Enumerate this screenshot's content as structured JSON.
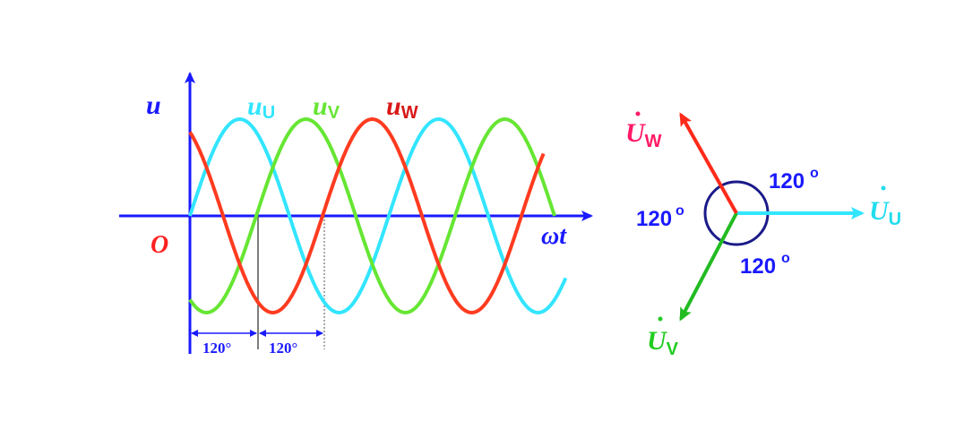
{
  "colors": {
    "axis": "#1a1aff",
    "u": "#33e5ff",
    "v": "#66e633",
    "w": "#ff3b1f",
    "origin": "#ff2020",
    "circle": "#1a1a8a",
    "pink": "#ff1a66",
    "green_label": "#22cc22",
    "blue_label": "#1a1aff",
    "cyan_label": "#22ddee",
    "dim_line": "#555555"
  },
  "waveform": {
    "y_axis_label": "u",
    "x_axis_label": "ωt",
    "origin_label": "O",
    "series": [
      {
        "name": "u",
        "sub": "U",
        "phase_deg": 0
      },
      {
        "name": "u",
        "sub": "V",
        "phase_deg": -120
      },
      {
        "name": "u",
        "sub": "W",
        "phase_deg": 120
      }
    ],
    "dimension_labels": [
      "120°",
      "120°"
    ]
  },
  "phasor": {
    "vectors": [
      {
        "name": "U",
        "sub": "U",
        "angle_deg": 0
      },
      {
        "name": "U",
        "sub": "V",
        "angle_deg": -120
      },
      {
        "name": "U",
        "sub": "W",
        "angle_deg": 120
      }
    ],
    "angle_labels": {
      "top_right": "120",
      "left": "120",
      "bottom": "120",
      "degree_symbol": "o"
    }
  }
}
